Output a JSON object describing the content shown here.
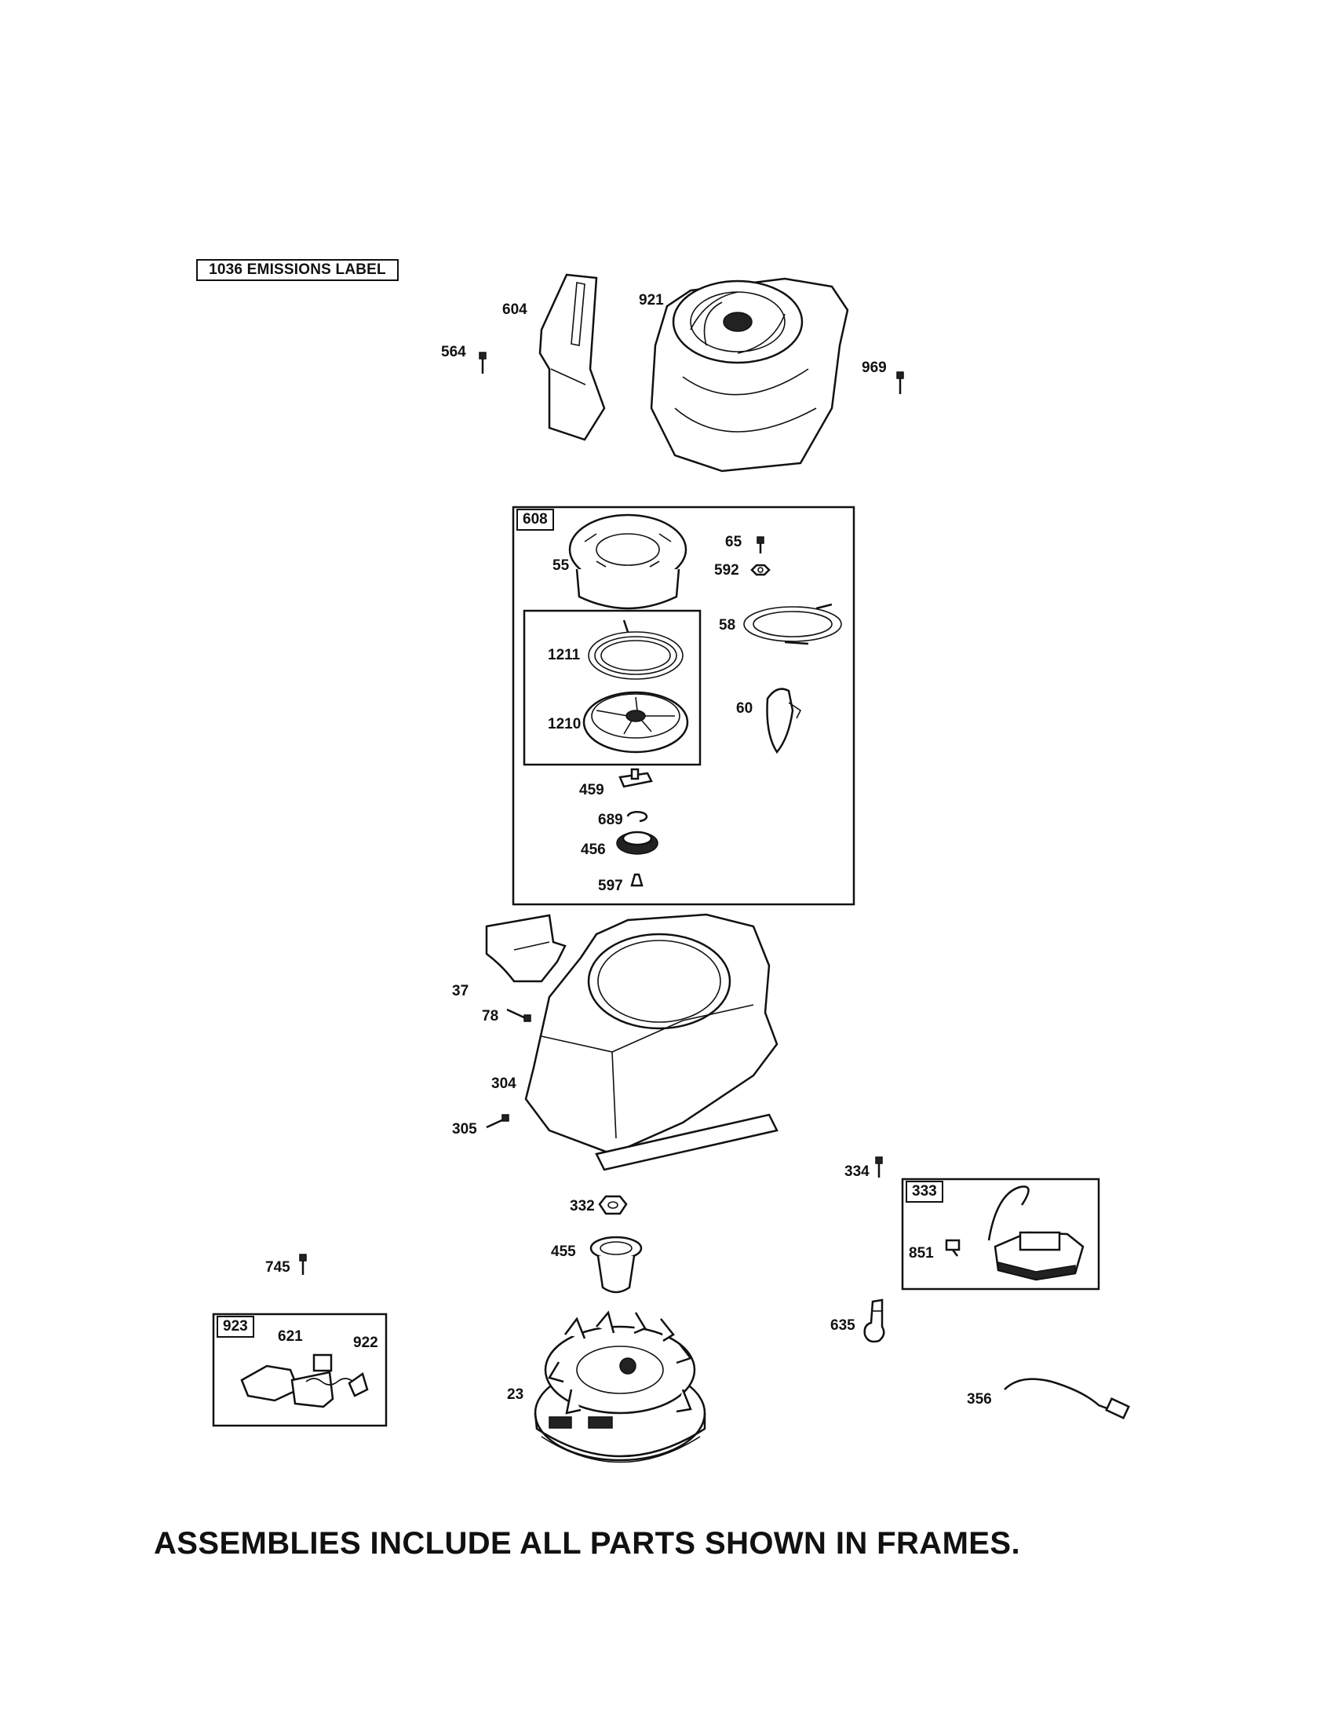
{
  "emissions_label": "1036 EMISSIONS LABEL",
  "frames": {
    "f608": "608",
    "f333": "333",
    "f923": "923"
  },
  "labels": {
    "p604": "604",
    "p921": "921",
    "p564": "564",
    "p969": "969",
    "p55": "55",
    "p65": "65",
    "p592": "592",
    "p58": "58",
    "p1211": "1211",
    "p1210": "1210",
    "p60": "60",
    "p459": "459",
    "p689": "689",
    "p456": "456",
    "p597": "597",
    "p37": "37",
    "p78": "78",
    "p304": "304",
    "p305": "305",
    "p334": "334",
    "p332": "332",
    "p455": "455",
    "p851": "851",
    "p745": "745",
    "p621": "621",
    "p922": "922",
    "p635": "635",
    "p23": "23",
    "p356": "356"
  },
  "footer": "ASSEMBLIES INCLUDE ALL PARTS SHOWN IN FRAMES."
}
